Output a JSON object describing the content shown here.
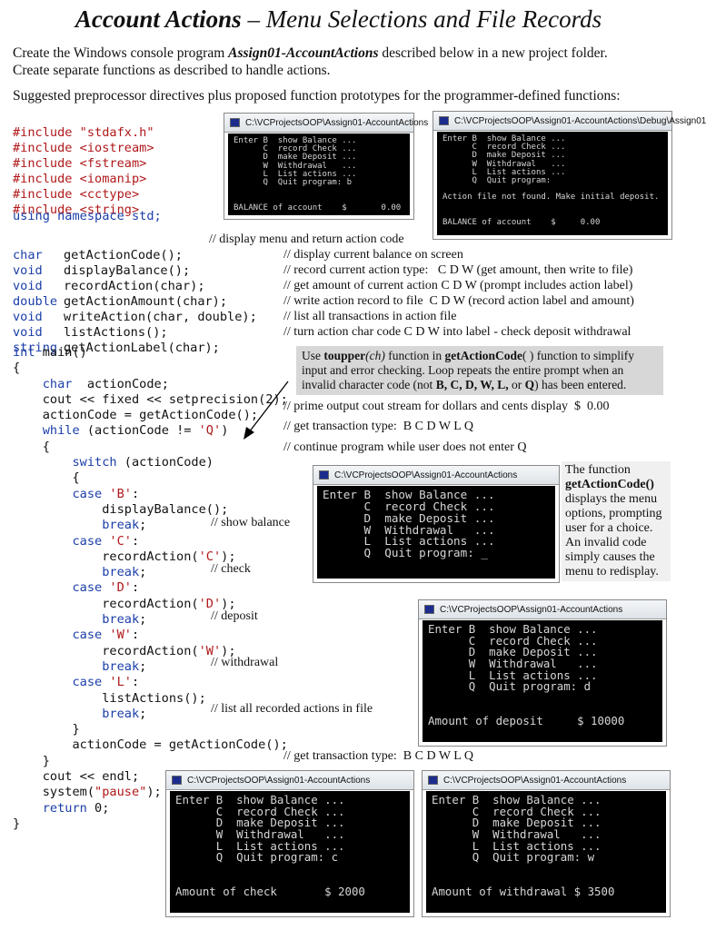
{
  "title": {
    "bold": "Account Actions",
    "rest": " – Menu Selections and File Records"
  },
  "intro": {
    "l1a": "Create the Windows console program ",
    "l1b": "Assign01-AccountActions",
    "l1c": " described below in a new project folder.",
    "l2": "Create separate functions as described to handle actions.",
    "l3": "Suggested preprocessor directives plus proposed function prototypes for the programmer-defined functions:"
  },
  "includes": [
    "#include \"stdafx.h\"",
    "#include <iostream>",
    "#include <fstream>",
    "#include <iomanip>",
    "#include <cctype>",
    "#include <string>"
  ],
  "using": "using namespace std;",
  "protos": [
    {
      "type": "char",
      "sig": "getActionCode();",
      "comment": "// display menu and return action code"
    },
    {
      "type": "void",
      "sig": "displayBalance();",
      "comment": "// display current balance on screen"
    },
    {
      "type": "void",
      "sig": "recordAction(char);",
      "comment": "// record current action type:   C D W (get amount, then write to file)"
    },
    {
      "type": "double",
      "sig": "getActionAmount(char);",
      "comment": "// get amount of current action C D W (prompt includes action label)"
    },
    {
      "type": "void",
      "sig": "writeAction(char, double);",
      "comment": "// write action record to file  C D W (record action label and amount)"
    },
    {
      "type": "void",
      "sig": "listActions();",
      "comment": "// list all transactions in action file"
    },
    {
      "type": "string",
      "sig": "getActionLabel(char);",
      "comment": "// turn action char code C D W into label - check deposit withdrawal"
    }
  ],
  "main_code": [
    "int main()",
    "{",
    "    char  actionCode;",
    "    cout << fixed << setprecision(2);",
    "    actionCode = getActionCode();",
    "    while (actionCode != 'Q')",
    "    {",
    "        switch (actionCode)",
    "        {",
    "        case 'B':",
    "            displayBalance();",
    "            break;",
    "        case 'C':",
    "            recordAction('C');",
    "            break;",
    "        case 'D':",
    "            recordAction('D');",
    "            break;",
    "        case 'W':",
    "            recordAction('W');",
    "            break;",
    "        case 'L':",
    "            listActions();",
    "            break;",
    "        }",
    "        actionCode = getActionCode();",
    "    }",
    "    cout << endl;",
    "    system(\"pause\");",
    "    return 0;",
    "}"
  ],
  "main_comments": [
    "// prime output cout stream for dollars and cents display  $  0.00",
    "// get transaction type:  B C D W L Q",
    "// continue program while user does not enter Q",
    "// show balance",
    "// check",
    "// deposit",
    "// withdrawal",
    "// list all recorded actions in file",
    "// get transaction type:  B C D W L Q"
  ],
  "note_toupper": {
    "a": "Use ",
    "b": "toupper",
    "c": "(ch)",
    "d": " function in ",
    "e": "getActionCode",
    "f": "( ) function to simplify input and error checking.  Loop repeats the entire prompt when an invalid character code (not ",
    "g": "B, C, D, W, L,",
    "h": " or ",
    "i": "Q",
    "j": ") has been entered."
  },
  "side_note": {
    "a": "The function ",
    "b": "getActionCode()",
    "c": " displays the menu options, prompting user for a choice. An invalid code simply causes the menu to redisplay."
  },
  "menu_lines": [
    "Enter B  show Balance ...",
    "      C  record Check ...",
    "      D  make Deposit ...",
    "      W  Withdrawal   ...",
    "      L  List actions ...",
    "      Q  Quit program:"
  ],
  "windows": [
    {
      "title": "C:\\VCProjectsOOP\\Assign01-AccountActions",
      "input": " b",
      "extra": "",
      "result": "BALANCE of account    $       0.00"
    },
    {
      "title": "C:\\VCProjectsOOP\\Assign01-AccountActions\\Debug\\Assign01",
      "input": "",
      "extra": "Action file not found. Make initial deposit.",
      "result": "BALANCE of account    $     0.00"
    },
    {
      "title": "C:\\VCProjectsOOP\\Assign01-AccountActions",
      "input": " _",
      "extra": "",
      "result": ""
    },
    {
      "title": "C:\\VCProjectsOOP\\Assign01-AccountActions",
      "input": " d",
      "extra": "",
      "result": "Amount of deposit     $ 10000"
    },
    {
      "title": "C:\\VCProjectsOOP\\Assign01-AccountActions",
      "input": " c",
      "extra": "",
      "result": "Amount of check       $ 2000"
    },
    {
      "title": "C:\\VCProjectsOOP\\Assign01-AccountActions",
      "input": " w",
      "extra": "",
      "result": "Amount of withdrawal $ 3500"
    }
  ]
}
